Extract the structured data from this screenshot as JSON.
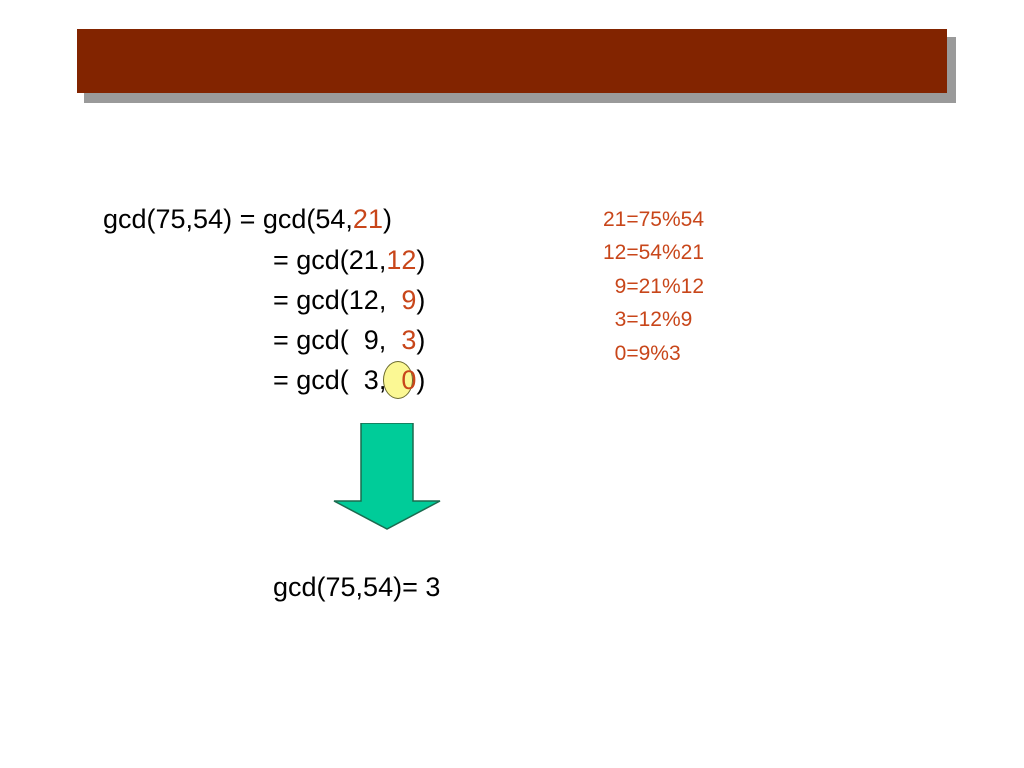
{
  "equations": [
    {
      "lhs": "gcd(75,54) = gcd(54,",
      "rem": "21",
      "close": ")"
    },
    {
      "lhs": "= gcd(21,",
      "rem": "12",
      "close": ")"
    },
    {
      "lhs": "= gcd(12,  ",
      "rem": "9",
      "close": ")"
    },
    {
      "lhs": "= gcd(  9,  ",
      "rem": "3",
      "close": ")"
    },
    {
      "lhs_prefix": "= gcd(  ",
      "answer": "3",
      "comma": ",  ",
      "rem": "0",
      "close": ")"
    }
  ],
  "steps": [
    "21=75%54",
    "12=54%21",
    "  9=21%12",
    "  3=12%9",
    "  0=9%3"
  ],
  "result": "gcd(75,54)= 3",
  "colors": {
    "title_bar": "#822400",
    "remainder": "#c8461a",
    "highlight_circle": "#fbf894",
    "arrow": "#00cc99"
  },
  "icons": {
    "arrow": "down-arrow-icon"
  }
}
